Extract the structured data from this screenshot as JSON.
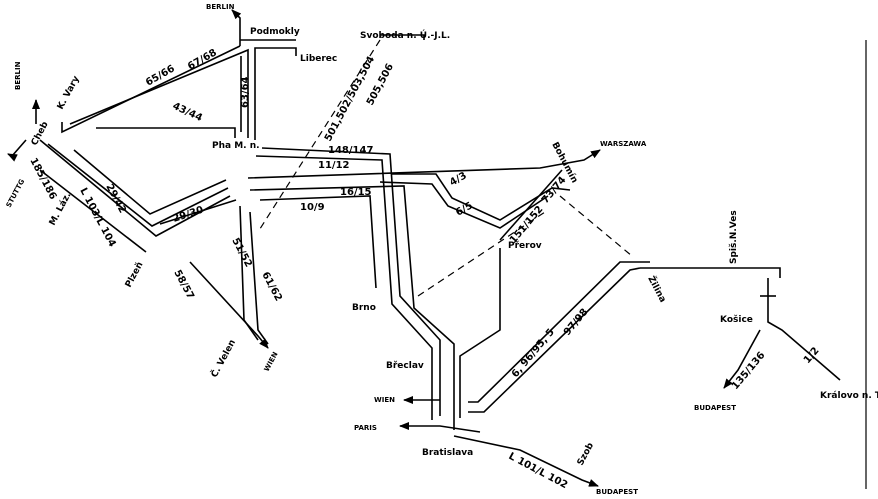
{
  "stations": {
    "podmokly": "Podmokly",
    "liberec": "Liberec",
    "svoboda": "Svoboda n. Ú.-J.L.",
    "k_vary": "K. Vary",
    "cheb": "Cheb",
    "m_laz": "M. Láz.",
    "plzen": "Plzeň",
    "praha": "Pha M. n.",
    "brno": "Brno",
    "breclav": "Břeclav",
    "bratislava": "Bratislava",
    "prerov": "Přerov",
    "bohumin": "Bohumín",
    "zilina": "Žilina",
    "spis": "Spiš.N.Ves",
    "kosice": "Košice",
    "kralovo": "Královo n. T.",
    "c_velen": "Č. Velen"
  },
  "destinations": {
    "berlin_top": "BERLIN",
    "berlin_left": "BERLIN",
    "stuttg": "STUTTG",
    "warszawa": "WARSZAWA",
    "wien_south": "WIEN",
    "wien_west": "WIEN",
    "paris": "PARIS",
    "budapest_right": "BUDAPEST",
    "budapest_bottom": "BUDAPEST",
    "szob": "Szob"
  },
  "trains": {
    "t65_66": "65/66",
    "t67_68": "67/68",
    "t63_64": "63/64",
    "t43_44": "43/44",
    "t501": "501,502/503,504",
    "t505": "505,506",
    "t148": "148/147",
    "t11_12": "11/12",
    "t4_3": "4/3",
    "t6_5": "6/5",
    "t73_74": "73/74",
    "t151_152": "151/152",
    "t29_42": "29/42",
    "t29_30": "29/30",
    "t16_15": "16/15",
    "t10_9": "10/9",
    "t185": "185/186",
    "tl103": "L 103/L 104",
    "t58_57": "58/57",
    "t51_52": "51/52",
    "t61_62": "61/62",
    "t97_98": "97/98",
    "t6_96": "6, 96/95, 5",
    "t135": "135/136",
    "t1_2": "1/2",
    "tl101": "L 101/L 102"
  }
}
